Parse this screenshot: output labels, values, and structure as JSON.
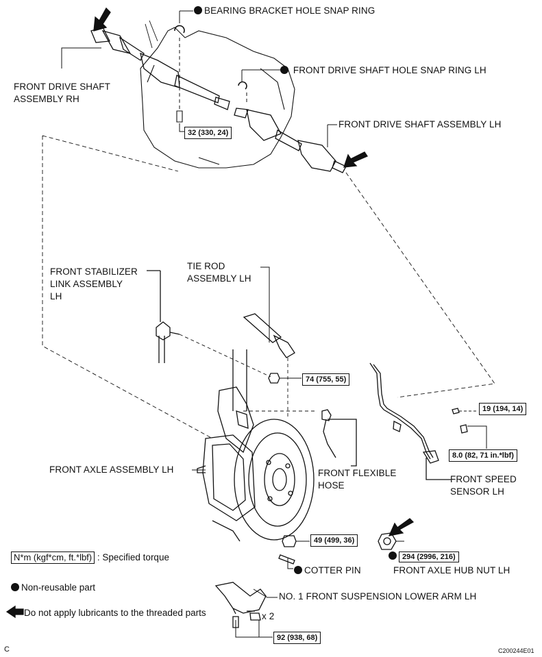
{
  "labels": {
    "bearing_bracket_snap_ring": "BEARING BRACKET HOLE SNAP RING",
    "drive_shaft_rh": "FRONT DRIVE SHAFT\nASSEMBLY RH",
    "drive_shaft_hole_snap_ring_lh": "FRONT DRIVE SHAFT HOLE SNAP RING LH",
    "drive_shaft_lh": "FRONT DRIVE SHAFT ASSEMBLY LH",
    "stabilizer_link": "FRONT STABILIZER\nLINK ASSEMBLY\nLH",
    "tie_rod": "TIE ROD\nASSEMBLY LH",
    "axle_assembly": "FRONT AXLE ASSEMBLY LH",
    "flexible_hose": "FRONT FLEXIBLE\nHOSE",
    "speed_sensor": "FRONT SPEED\nSENSOR LH",
    "cotter_pin": "COTTER PIN",
    "hub_nut": "FRONT AXLE HUB NUT LH",
    "lower_arm": "NO. 1 FRONT SUSPENSION LOWER ARM LH",
    "qty": "x 2"
  },
  "torques": {
    "t32": "32 (330, 24)",
    "t74": "74 (755, 55)",
    "t19": "19 (194, 14)",
    "t80": "8.0 (82, 71 in.*lbf)",
    "t49": "49 (499, 36)",
    "t294": "294 (2996, 216)",
    "t92": "92 (938, 68)"
  },
  "legend": {
    "torque_box": "N*m (kgf*cm, ft.*lbf)",
    "torque_text": ": Specified torque",
    "nonreusable": "Non-reusable part",
    "no_lube": "Do not apply lubricants to the threaded parts"
  },
  "footer": {
    "left": "C",
    "right": "C200244E01"
  }
}
